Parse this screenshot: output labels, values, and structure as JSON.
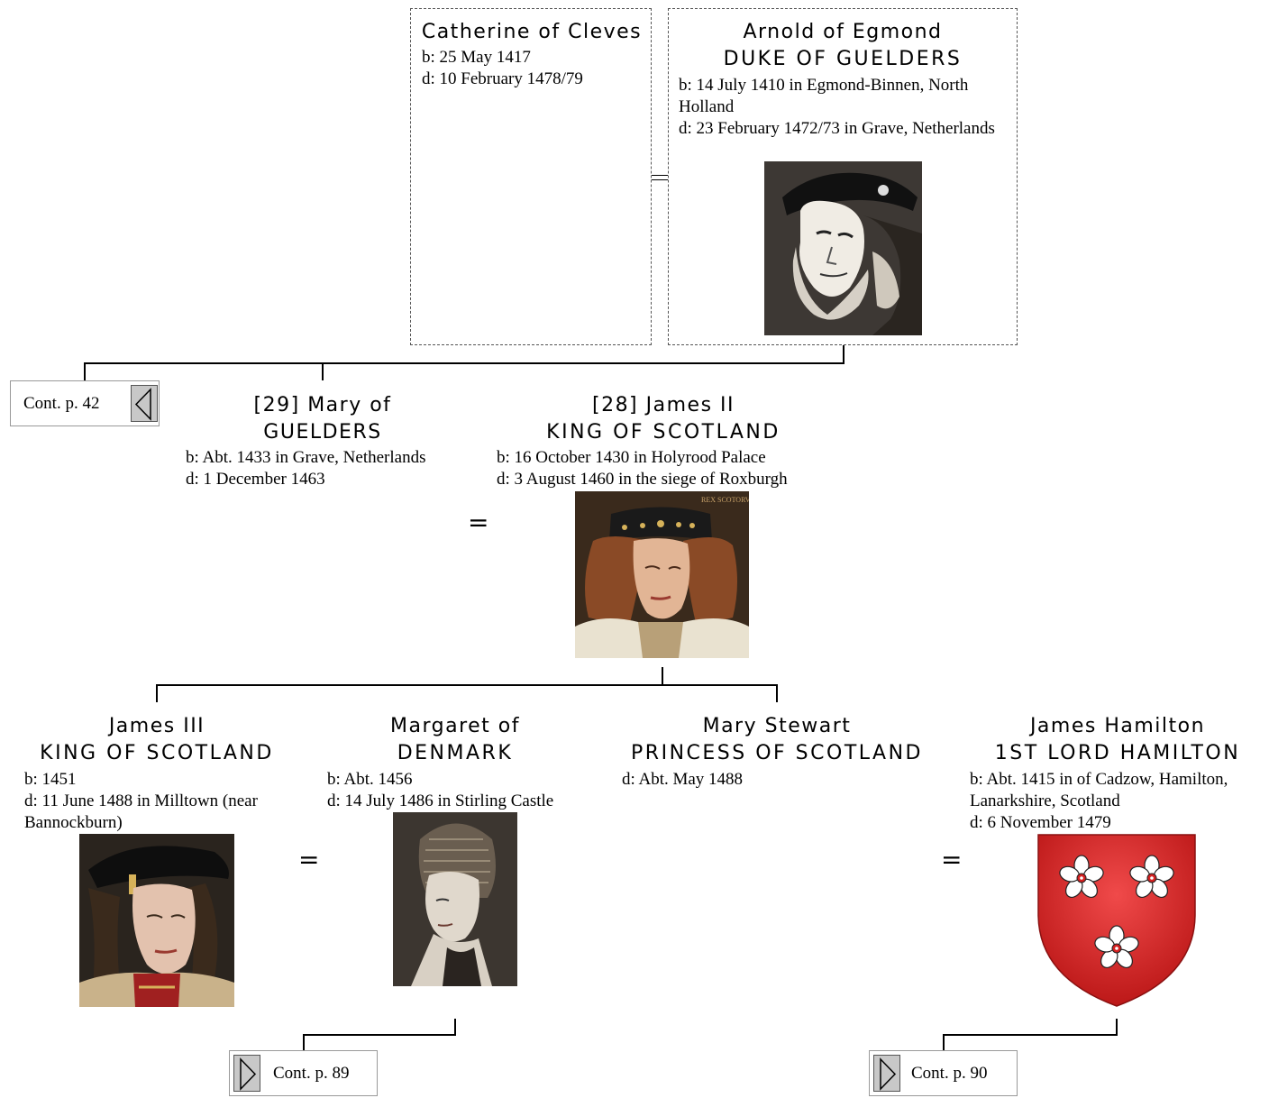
{
  "people": {
    "catherine": {
      "name": "Catherine of Cleves",
      "birth": "b: 25 May 1417",
      "death": "d: 10 February 1478/79"
    },
    "arnold": {
      "name": "Arnold of Egmond",
      "title": "DUKE OF GUELDERS",
      "birth": "b: 14 July 1410 in Egmond-Binnen, North Holland",
      "death": "d: 23 February 1472/73 in Grave, Netherlands"
    },
    "mary_guelders": {
      "name": "[29] Mary of",
      "name2": "GUELDERS",
      "birth": "b: Abt. 1433 in Grave, Netherlands",
      "death": "d: 1 December 1463"
    },
    "james2": {
      "name": "[28] James II",
      "title": "KING OF SCOTLAND",
      "birth": "b: 16 October 1430 in Holyrood Palace",
      "death": "d: 3 August 1460 in the siege of Roxburgh",
      "portrait_caption": "REX SCOTORV"
    },
    "james3": {
      "name": "James III",
      "title": "KING OF SCOTLAND",
      "birth": "b: 1451",
      "death": "d: 11 June 1488 in Milltown (near Bannockburn)"
    },
    "margaret": {
      "name": "Margaret of",
      "name2": "DENMARK",
      "birth": "b: Abt. 1456",
      "death": "d: 14 July 1486 in Stirling Castle"
    },
    "mary_stewart": {
      "name": "Mary Stewart",
      "title": "PRINCESS OF SCOTLAND",
      "death": "d: Abt. May 1488"
    },
    "hamilton": {
      "name": "James Hamilton",
      "title": "1ST LORD HAMILTON",
      "birth": "b: Abt. 1415 in of Cadzow, Hamilton, Lanarkshire, Scotland",
      "death": "d: 6 November 1479"
    }
  },
  "marriage_symbol": "=",
  "continuations": {
    "left_top": "Cont. p. 42",
    "bottom_left": "Cont. p. 89",
    "bottom_right": "Cont. p. 90"
  },
  "colors": {
    "shield_red": "#d42020",
    "button_gray": "#c8c8c8"
  }
}
